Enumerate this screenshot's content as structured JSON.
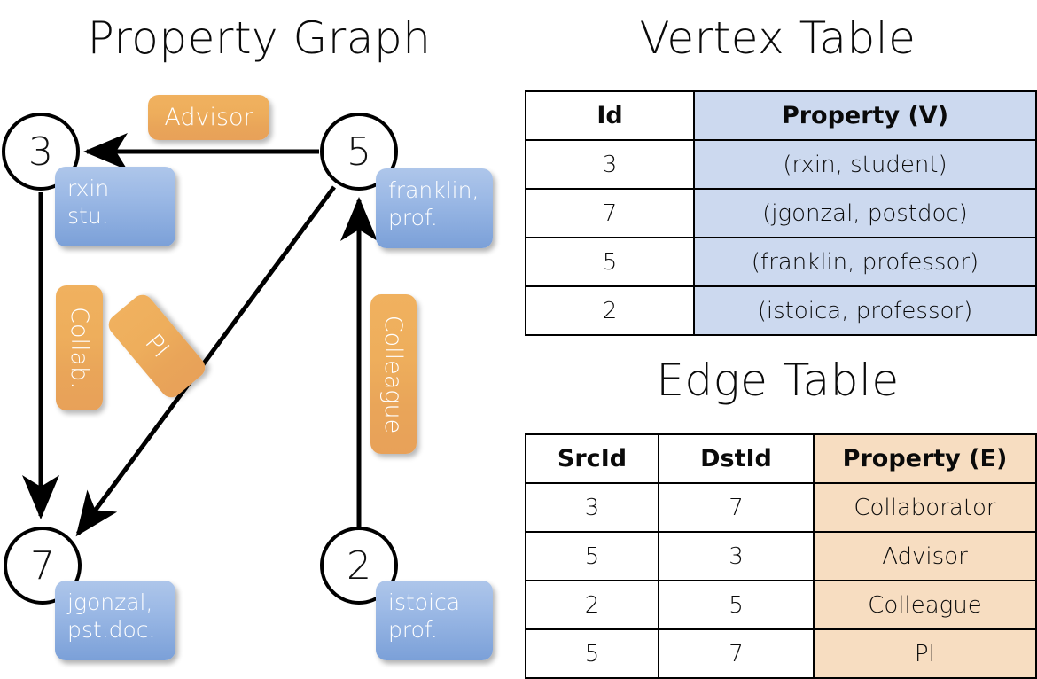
{
  "titles": {
    "property_graph": "Property Graph",
    "vertex_table": "Vertex Table",
    "edge_table": "Edge Table"
  },
  "graph": {
    "nodes": [
      {
        "id": "3",
        "property_label": "rxin\nstu."
      },
      {
        "id": "5",
        "property_label": "franklin,\nprof."
      },
      {
        "id": "7",
        "property_label": "jgonzal,\npst.doc."
      },
      {
        "id": "2",
        "property_label": "istoica\nprof."
      }
    ],
    "edge_labels": [
      {
        "name": "advisor",
        "text": "Advisor"
      },
      {
        "name": "collab",
        "text": "Collab."
      },
      {
        "name": "pi",
        "text": "PI"
      },
      {
        "name": "colleague",
        "text": "Colleague"
      }
    ]
  },
  "vertex_table": {
    "headers": [
      "Id",
      "Property (V)"
    ],
    "rows": [
      {
        "id": "3",
        "property": "(rxin, student)"
      },
      {
        "id": "7",
        "property": "(jgonzal, postdoc)"
      },
      {
        "id": "5",
        "property": "(franklin, professor)"
      },
      {
        "id": "2",
        "property": "(istoica, professor)"
      }
    ]
  },
  "edge_table": {
    "headers": [
      "SrcId",
      "DstId",
      "Property (E)"
    ],
    "rows": [
      {
        "src": "3",
        "dst": "7",
        "property": "Collaborator"
      },
      {
        "src": "5",
        "dst": "3",
        "property": "Advisor"
      },
      {
        "src": "2",
        "dst": "5",
        "property": "Colleague"
      },
      {
        "src": "5",
        "dst": "7",
        "property": "PI"
      }
    ]
  },
  "colors": {
    "vertex_property_fill": "#ccd9ef",
    "edge_property_fill": "#f7ddc1",
    "callout_blue": "#7ba0d8",
    "label_orange": "#eeae5c",
    "stroke": "#000000"
  }
}
